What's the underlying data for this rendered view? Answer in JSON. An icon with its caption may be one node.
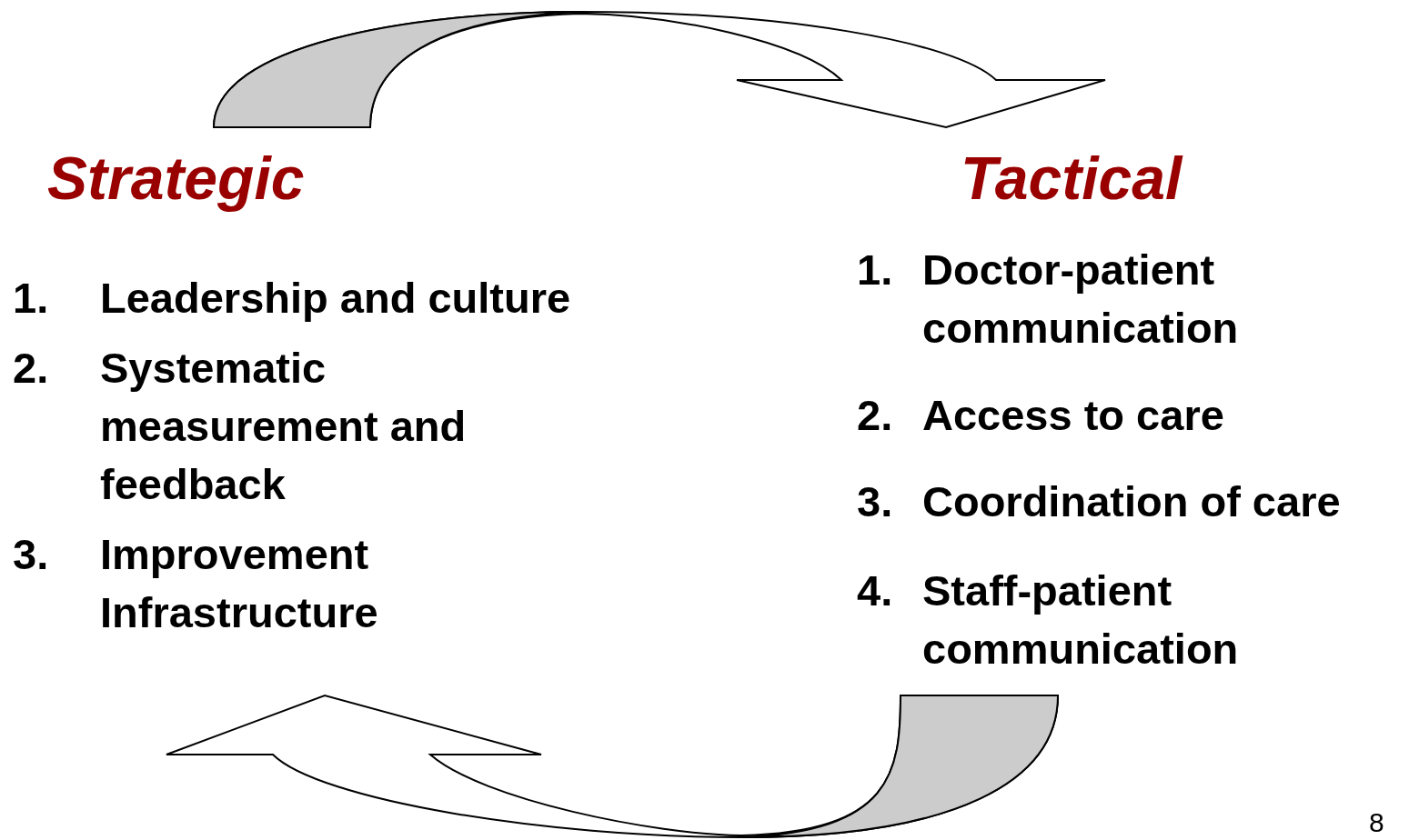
{
  "diagram": {
    "nodes": [
      {
        "text": [
          "Strategic",
          "1.",
          "Leadership and culture",
          "2.",
          "Systematic measurement and feedback",
          "3.",
          "Improvement Infrastructure"
        ]
      },
      {
        "text": [
          "Tactical",
          "1.",
          "Doctor-patient communication",
          "2.",
          "Access to care",
          "3.",
          "Coordination of care",
          "4.",
          "Staff-patient communication"
        ]
      }
    ],
    "edges": [
      {
        "from": 0,
        "to": 1,
        "arrow": "to"
      },
      {
        "from": 1,
        "to": 0,
        "arrow": "to"
      }
    ],
    "labels": [
      "8"
    ]
  }
}
